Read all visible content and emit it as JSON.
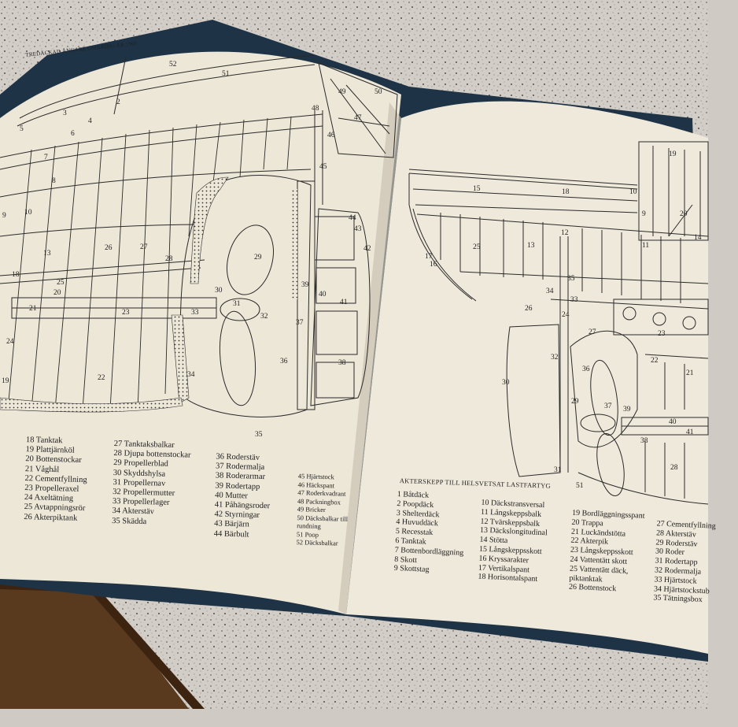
{
  "book": {
    "left_page": {
      "caption": "TREDÄCKAD ÅNGARE OMKRING ÅR 1900",
      "legend_columns": [
        [
          "18  Tanktak",
          "19  Plattjärnköl",
          "20  Bottenstockar",
          "21  Våghål",
          "22  Cementfyllning",
          "23  Propelleraxel",
          "24  Axeltätning",
          "25  Avtappningsrör",
          "26  Akterpiktank"
        ],
        [
          "27  Tanktaksbalkar",
          "28  Djupa bottenstockar",
          "29  Propellerblad",
          "30  Skyddshylsa",
          "31  Propellernav",
          "32  Propellermutter",
          "33  Propellerlager",
          "34  Akterstäv",
          "35  Skädda"
        ],
        [
          "36  Roderstäv",
          "37  Rodermalja",
          "38  Roderarmar",
          "39  Rodertapp",
          "40  Mutter",
          "41  Påhängsroder",
          "42  Styrningar",
          "43  Bärjärn",
          "44  Bärbult"
        ],
        [
          "45  Hjärtstock",
          "46  Häckspant",
          "47  Roderkvadrant",
          "48  Packningbox",
          "49  Bricker",
          "50  Däcksbalkar till",
          "    rundning",
          "51  Poop",
          "52  Däcksbalkar"
        ]
      ],
      "drawing_numbers": [
        "51",
        "52",
        "48",
        "49",
        "50",
        "47",
        "45",
        "46",
        "44",
        "43",
        "42",
        "29",
        "30",
        "31",
        "32",
        "33",
        "34",
        "35",
        "36",
        "37",
        "38",
        "39",
        "40",
        "41",
        "28",
        "27",
        "26",
        "25",
        "24",
        "23",
        "22",
        "21",
        "20",
        "19",
        "18",
        "10",
        "9",
        "8",
        "7",
        "6",
        "5",
        "4",
        "3",
        "2",
        "13"
      ]
    },
    "right_page": {
      "caption": "AKTERSKEPP TILL HELSVETSAT LASTFARTYG",
      "legend_columns": [
        [
          "1  Båtdäck",
          "2  Poopdäck",
          "3  Shelterdäck",
          "4  Huvuddäck",
          "5  Recesstak",
          "6  Tanktak",
          "7  Bottenbordläggning",
          "8  Skott",
          "9  Skottstag"
        ],
        [
          "10  Däckstransversal",
          "11  Långskeppsbalk",
          "12  Tvärskeppsbalk",
          "13  Däckslongitudinal",
          "14  Stötta",
          "15  Långskeppsskott",
          "16  Kryssarakter",
          "17  Vertikalspant",
          "18  Horisontalspant"
        ],
        [
          "19  Bordläggningsspant",
          "20  Trappa",
          "21  Luckändstötta",
          "22  Akterpik",
          "23  Långskeppsskott",
          "24  Vattentätt skott",
          "25  Vattentätt däck,",
          "    piktanktak",
          "26  Bottenstock"
        ],
        [
          "27  Cementfyllning",
          "28  Akterstäv",
          "29  Roderstäv",
          "30  Roder",
          "31  Rodertapp",
          "32  Rodermalja",
          "33  Hjärtstock",
          "34  Hjärtstockstub",
          "35  Tätningsbox"
        ]
      ],
      "drawing_numbers": [
        "15",
        "18",
        "10",
        "9",
        "20",
        "19",
        "14",
        "12",
        "11",
        "13",
        "17",
        "16",
        "25",
        "34",
        "33",
        "26",
        "24",
        "27",
        "22",
        "23",
        "21",
        "32",
        "36",
        "30",
        "29",
        "37",
        "39",
        "38",
        "40",
        "41",
        "31",
        "35",
        "51",
        "28"
      ]
    }
  },
  "colors": {
    "counter": "#cfcac3",
    "page": "#ede7d8",
    "cover": "#1e3346",
    "ink": "#2a2a2a",
    "table": "#5a3a1e"
  }
}
